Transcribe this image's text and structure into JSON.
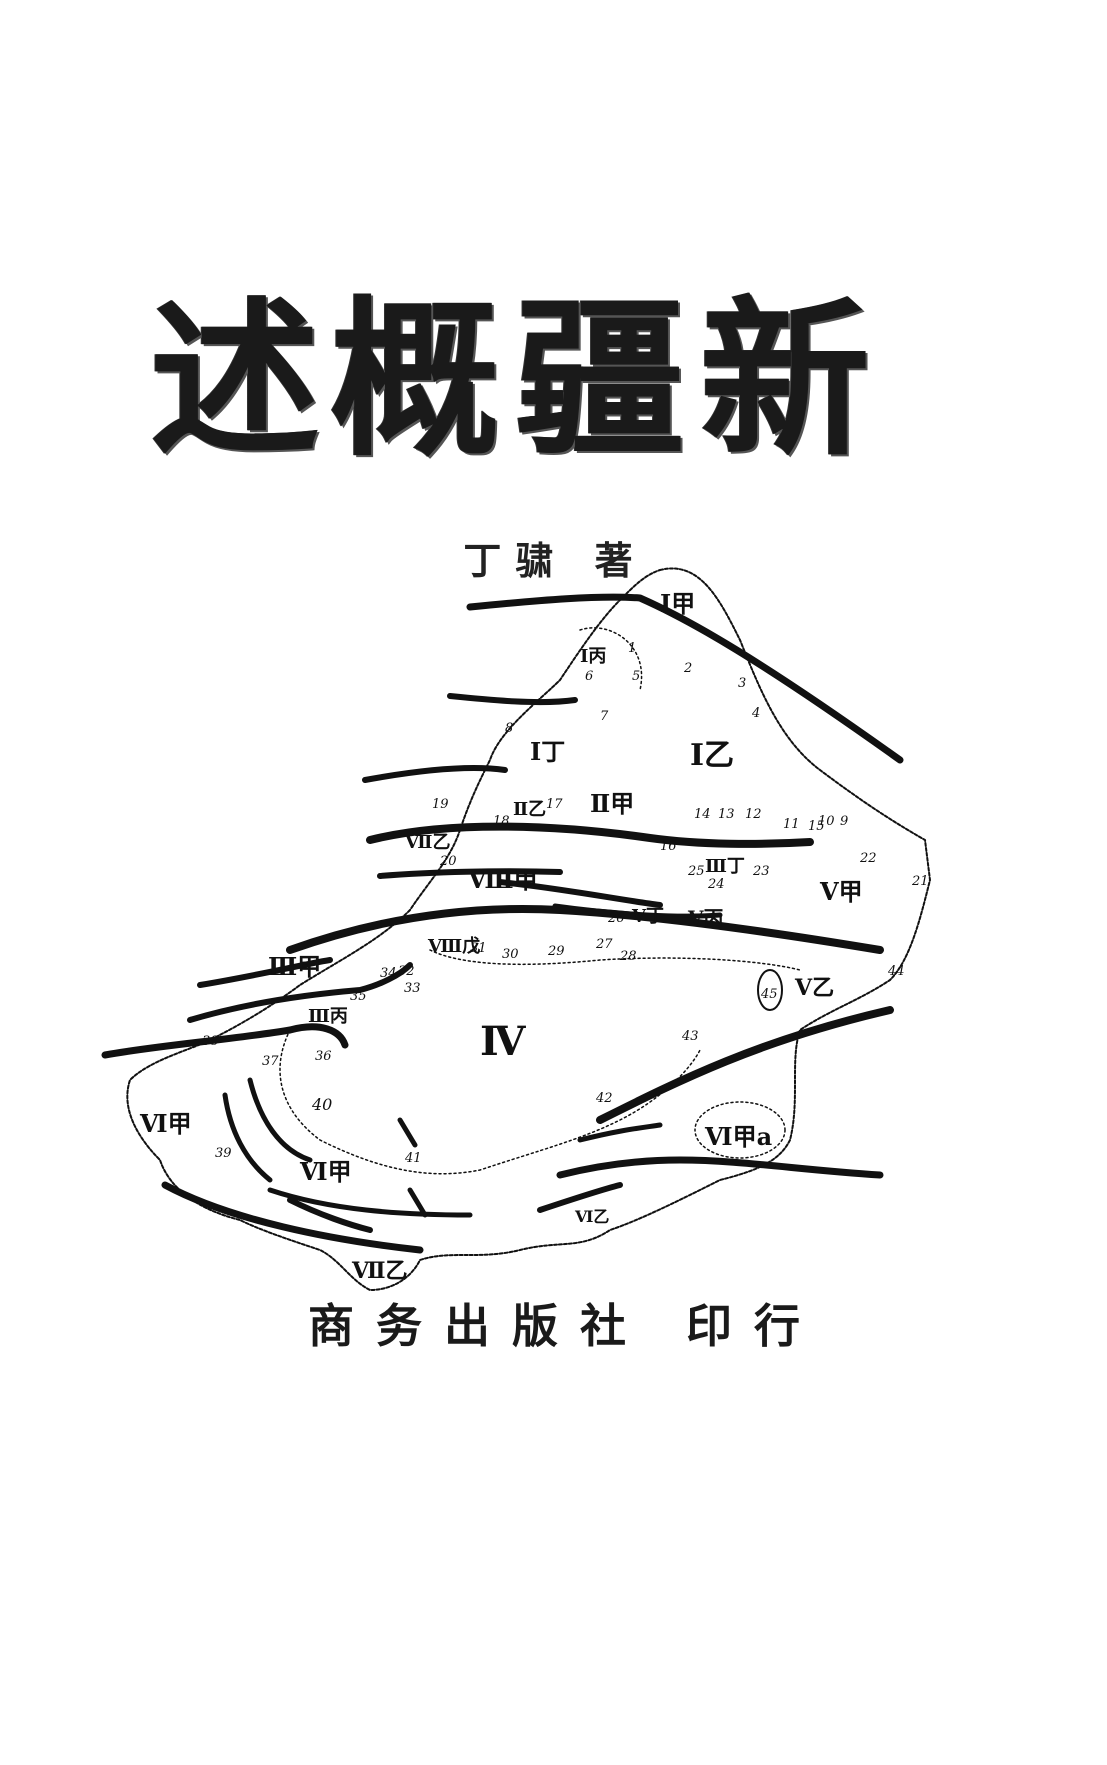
{
  "title": {
    "chars_right_to_left": [
      "新",
      "疆",
      "概",
      "述"
    ]
  },
  "author": "丁骕 著",
  "publisher": "商务出版社 印行",
  "map": {
    "region_labels": [
      "Ⅰ甲",
      "Ⅰ丙",
      "Ⅰ乙",
      "Ⅰ丁",
      "Ⅱ乙",
      "Ⅱ甲",
      "Ⅶ乙",
      "Ⅷ甲",
      "Ⅲ丁",
      "Ⅴ甲",
      "Ⅴ丁",
      "Ⅴ丙",
      "Ⅷ戊",
      "Ⅲ甲",
      "Ⅲ丙",
      "Ⅳ",
      "Ⅴ乙",
      "Ⅵ甲",
      "Ⅵ甲",
      "Ⅵ甲a",
      "Ⅵ乙",
      "Ⅶ乙"
    ],
    "station_numbers": [
      "1",
      "2",
      "3",
      "4",
      "5",
      "6",
      "7",
      "8",
      "9",
      "10",
      "11",
      "12",
      "13",
      "14",
      "15",
      "16",
      "17",
      "18",
      "19",
      "20",
      "21",
      "22",
      "23",
      "24",
      "25",
      "26",
      "27",
      "28",
      "29",
      "30",
      "31",
      "32",
      "33",
      "34",
      "35",
      "36",
      "37",
      "38",
      "39",
      "40",
      "41",
      "42",
      "43",
      "44",
      "45"
    ],
    "ink_color": "#111111"
  }
}
